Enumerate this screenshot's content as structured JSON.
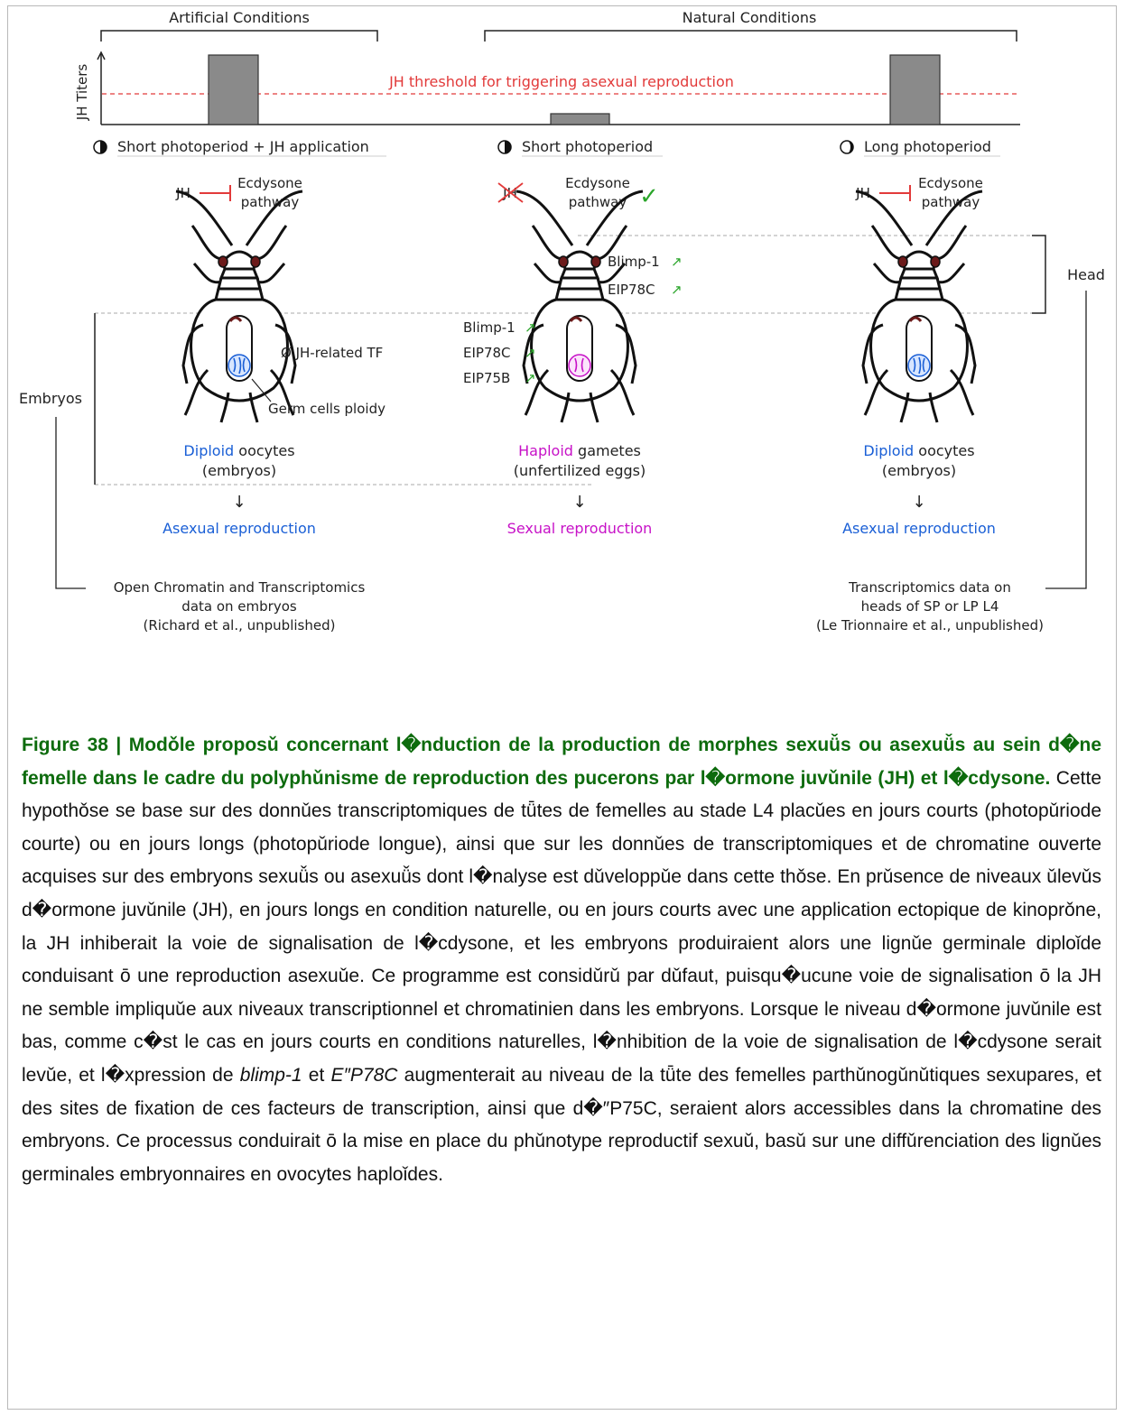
{
  "conditions": {
    "artificial": "Artificial Conditions",
    "natural": "Natural Conditions"
  },
  "titer_axis_label": "JH Titers",
  "threshold_label": "JH threshold for triggering asexual reproduction",
  "colors": {
    "threshold": "#e23a3a",
    "diploid_blue": "#1a5fd6",
    "haploid_magenta": "#c712c7",
    "check_green": "#2aa52a",
    "caption_green": "#0d6b0d",
    "bar_gray": "#8a8a8a"
  },
  "titers": {
    "short_jh_app": "high",
    "short_photoperiod": "low",
    "long_photoperiod": "high"
  },
  "columns": [
    {
      "photoperiod": "Short photoperiod + JH application",
      "jh": "JH",
      "ecdysone_1": "Ecdysone",
      "ecdysone_2": "pathway",
      "embryo_note": "Ø JH-related TF",
      "germ_note": "Germ cells ploidy",
      "ploidy": "Diploid",
      "cell_type": "oocytes",
      "cell_sub": "(embryos)",
      "reproduction": "Asexual reproduction"
    },
    {
      "photoperiod": "Short photoperiod",
      "jh": "JH",
      "ecdysone_1": "Ecdysone",
      "ecdysone_2": "pathway",
      "head_genes": [
        "Blimp-1",
        "EIP78C"
      ],
      "embryo_genes": [
        "Blimp-1",
        "EIP78C",
        "EIP75B"
      ],
      "ploidy": "Haploid",
      "cell_type": "gametes",
      "cell_sub": "(unfertilized eggs)",
      "reproduction": "Sexual reproduction"
    },
    {
      "photoperiod": "Long photoperiod",
      "jh": "JH",
      "ecdysone_1": "Ecdysone",
      "ecdysone_2": "pathway",
      "ploidy": "Diploid",
      "cell_type": "oocytes",
      "cell_sub": "(embryos)",
      "reproduction": "Asexual reproduction"
    }
  ],
  "side_labels": {
    "embryos": "Embryos",
    "head": "Head"
  },
  "data_sources": {
    "left": [
      "Open Chromatin and Transcriptomics",
      "data on embryos",
      "(Richard et al., unpublished)"
    ],
    "right": [
      "Transcriptomics data on",
      "heads of SP or LP L4",
      "(Le Trionnaire et al., unpublished)"
    ]
  },
  "symbols": {
    "arrow_down": "↓",
    "arrow_up_right": "↗",
    "check": "✓"
  },
  "caption": {
    "title": "Figure 38 | Modǒle proposǔ concernant l�nduction de la production de morphes sexuǚs ou asexuǚs au sein d�ne femelle dans le cadre du polyphǔnisme de reproduction des pucerons par l�ormone juvǔnile (JH) et l�cdysone.",
    "p1": " Cette hypothǒse se base sur des donnǔes transcriptomiques de tǖtes de femelles au stade L4 placǔes en jours courts (photopǔriode courte) ou en jours longs (photopǔriode longue), ainsi que sur les donnǔes de transcriptomiques et de chromatine ouverte acquises sur des embryons sexuǚs ou asexuǚs dont l�nalyse est dǔveloppǔe dans cette thǒse. En prǔsence de niveaux ǔlevǔs d�ormone juvǔnile (JH), en jours longs en condition naturelle, ou en jours courts avec une application ectopique de kinoprǒne, la JH inhiberait la voie de signalisation de l�cdysone, et les embryons produiraient alors une lignǔe germinale diploǐde conduisant ō une reproduction asexuǔe. Ce programme est considǔrǔ par dǔfaut, puisqu�ucune voie de signalisation ō la JH ne semble impliquǔe aux niveaux transcriptionnel et chromatinien dans les embryons. Lorsque le niveau d�ormone juvǔnile est bas, comme c�st le cas en jours courts en conditions naturelles, l�nhibition de la voie de signalisation de l�cdysone serait levǔe, et l�xpression de ",
    "gene1": "blimp-1",
    "p2": " et ",
    "gene2": "E″P78C",
    "p3": " augmenterait au niveau de la tǖte des femelles parthǔnogǔnǔtiques sexupares, et des sites de fixation de ces facteurs de transcription, ainsi que d�″P75C, seraient alors accessibles dans la chromatine des embryons. Ce processus conduirait ō la mise en place du phǔnotype reproductif sexuǔ, basǔ sur une diffǔrenciation des lignǔes germinales embryonnaires en ovocytes haploǐdes."
  }
}
